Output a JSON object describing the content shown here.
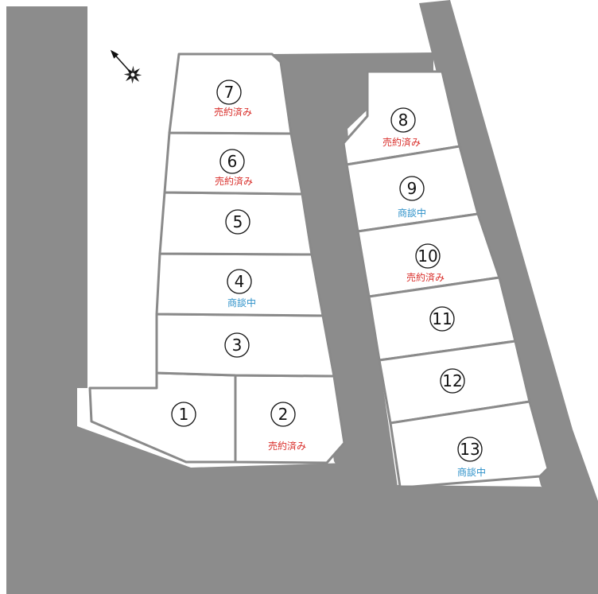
{
  "colors": {
    "background": "#ffffff",
    "road": "#8c8c8c",
    "lot_border": "#8a8a8a",
    "status_sold": "#d9302c",
    "status_negotiating": "#2a8fc8"
  },
  "compass": {
    "icon": "north-arrow-icon"
  },
  "lots": [
    {
      "id": "lot-1",
      "number": "1",
      "status": "",
      "status_type": ""
    },
    {
      "id": "lot-2",
      "number": "2",
      "status": "売約済み",
      "status_type": "sold"
    },
    {
      "id": "lot-3",
      "number": "3",
      "status": "",
      "status_type": ""
    },
    {
      "id": "lot-4",
      "number": "4",
      "status": "商談中",
      "status_type": "negotiating"
    },
    {
      "id": "lot-5",
      "number": "5",
      "status": "",
      "status_type": ""
    },
    {
      "id": "lot-6",
      "number": "6",
      "status": "売約済み",
      "status_type": "sold"
    },
    {
      "id": "lot-7",
      "number": "7",
      "status": "売約済み",
      "status_type": "sold"
    },
    {
      "id": "lot-8",
      "number": "8",
      "status": "売約済み",
      "status_type": "sold"
    },
    {
      "id": "lot-9",
      "number": "9",
      "status": "商談中",
      "status_type": "negotiating"
    },
    {
      "id": "lot-10",
      "number": "10",
      "status": "売約済み",
      "status_type": "sold"
    },
    {
      "id": "lot-11",
      "number": "11",
      "status": "",
      "status_type": ""
    },
    {
      "id": "lot-12",
      "number": "12",
      "status": "",
      "status_type": ""
    },
    {
      "id": "lot-13",
      "number": "13",
      "status": "商談中",
      "status_type": "negotiating"
    }
  ]
}
